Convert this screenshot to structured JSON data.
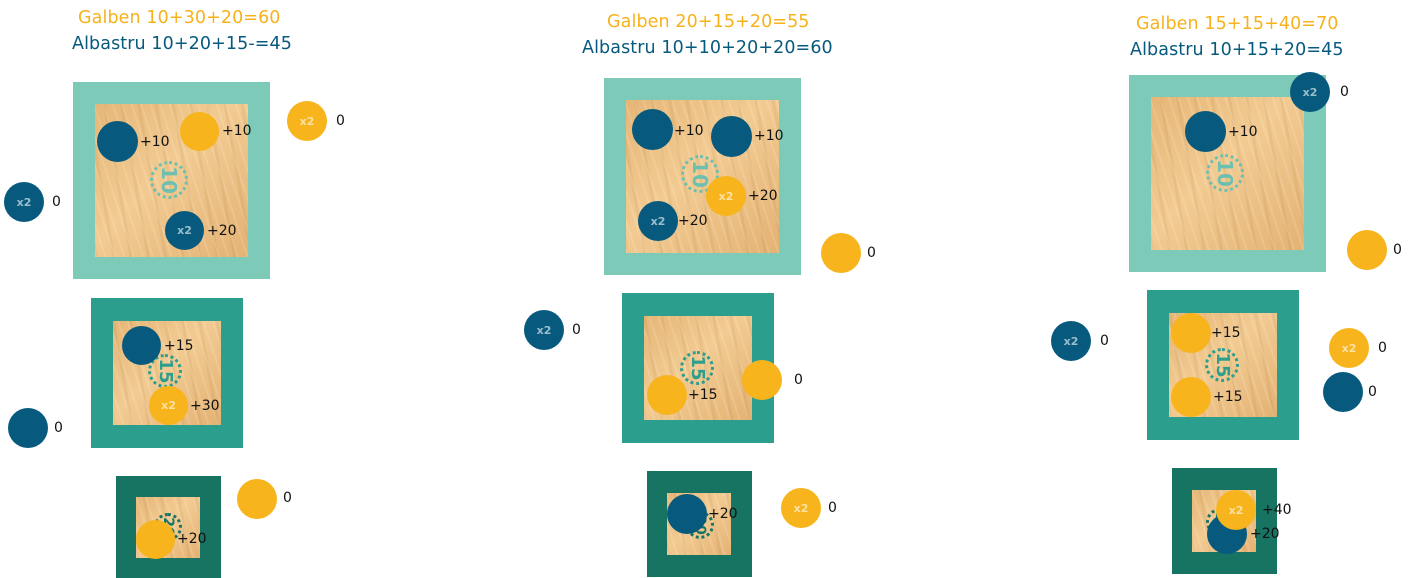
{
  "colors": {
    "yellow": "#F7B41C",
    "blue": "#075A7E",
    "frame_10": "#7CCAB7",
    "frame_15": "#2B9E8E",
    "frame_20": "#177463",
    "wood": "#EDC286"
  },
  "icons": {
    "disc": "circle",
    "target_ring": "dotted-circle"
  },
  "panels": [
    {
      "title_yellow": "Galben 10+30+20=60",
      "title_blue": "Albastru 10+20+15-=45",
      "targets": [
        {
          "value": "10",
          "labels": [
            "+10",
            "+10",
            "+20"
          ],
          "x2": [
            "x2"
          ]
        },
        {
          "value": "15",
          "labels": [
            "+15",
            "+30"
          ],
          "x2": [
            "x2"
          ]
        },
        {
          "value": "20",
          "labels": [
            "+20"
          ]
        }
      ],
      "outside": {
        "labels": [
          "0",
          "0",
          "0",
          "0"
        ],
        "x2": [
          "x2",
          "x2"
        ]
      }
    },
    {
      "title_yellow": "Galben 20+15+20=55",
      "title_blue": "Albastru 10+10+20+20=60",
      "targets": [
        {
          "value": "10",
          "labels": [
            "+10",
            "+10",
            "+20",
            "+20"
          ],
          "x2": [
            "x2",
            "x2"
          ]
        },
        {
          "value": "15",
          "labels": [
            "+15"
          ]
        },
        {
          "value": "20",
          "labels": [
            "+20"
          ]
        }
      ],
      "outside": {
        "labels": [
          "0",
          "0",
          "0",
          "0"
        ],
        "x2": [
          "x2",
          "x2"
        ]
      }
    },
    {
      "title_yellow": "Galben 15+15+40=70",
      "title_blue": "Albastru 10+15+20=45",
      "targets": [
        {
          "value": "10",
          "labels": [
            "+10"
          ]
        },
        {
          "value": "15",
          "labels": [
            "+15",
            "+15"
          ]
        },
        {
          "value": "20",
          "labels": [
            "+40",
            "+20"
          ],
          "x2": [
            "x2"
          ]
        }
      ],
      "outside": {
        "labels": [
          "0",
          "0",
          "0",
          "0",
          "0"
        ],
        "x2": [
          "x2",
          "x2",
          "x2"
        ]
      }
    }
  ]
}
